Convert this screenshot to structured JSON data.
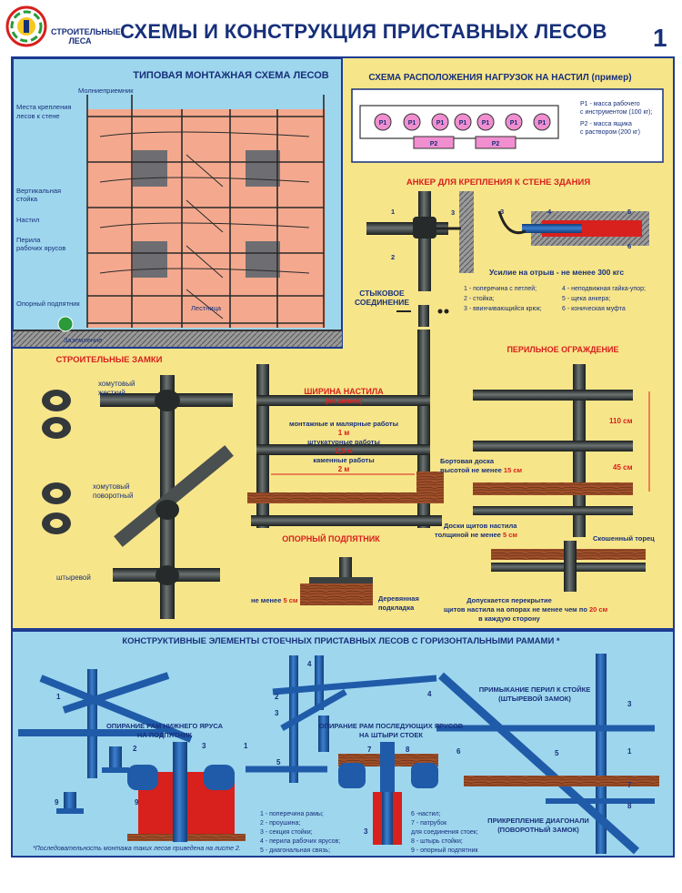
{
  "header": {
    "subtitle_line1": "СТРОИТЕЛЬНЫЕ",
    "subtitle_line2": "ЛЕСА",
    "title": "СХЕМЫ И КОНСТРУКЦИЯ ПРИСТАВНЫХ ЛЕСОВ",
    "page_number": "1"
  },
  "colors": {
    "panel_blue": "#9ed6ee",
    "panel_yellow": "#f7e58a",
    "navy": "#17307a",
    "red": "#d8201c",
    "facade_pink": "#f4a98e",
    "pipe_dark": "#3a403f",
    "pipe_blue": "#1f5ba8",
    "wood": "#a0502a"
  },
  "typical": {
    "title": "ТИПОВАЯ МОНТАЖНАЯ СХЕМА ЛЕСОВ",
    "lightning": "Молниеприемник",
    "wall_mount_1": "Места крепления",
    "wall_mount_2": "лесов к стене",
    "stand_1": "Вертикальная",
    "stand_2": "стойка",
    "deck": "Настил",
    "rail_1": "Перила",
    "rail_2": "рабочих ярусов",
    "base": "Опорный подпятник",
    "ground": "Заземление",
    "ladder": "Лестница"
  },
  "loads": {
    "title": "СХЕМА РАСПОЛОЖЕНИЯ НАГРУЗОК НА НАСТИЛ (пример)",
    "p1": "P1",
    "p2": "P2",
    "legend_1a": "P1 - масса рабочего",
    "legend_1b": "с инструментом (100 кг);",
    "legend_2a": "P2 - масса ящика",
    "legend_2b": "с раствором (200 кг)"
  },
  "anchor": {
    "title": "АНКЕР ДЛЯ КРЕПЛЕНИЯ К СТЕНЕ ЗДАНИЯ",
    "force": "Усилие на отрыв - не менее 300 кгс",
    "n1": "1",
    "n2": "2",
    "n3": "3",
    "n4": "4",
    "n5": "5",
    "n6": "6",
    "leg_1": "1 - поперечина с петлей;",
    "leg_2": "2 - стойка;",
    "leg_3": "3 - ввинчивающийся крюк;",
    "leg_4": "4 - неподвижная гайка-упор;",
    "leg_5": "5 - щека анкера;",
    "leg_6": "6 - коническая муфта"
  },
  "joint": {
    "line1": "СТЫКОВОЕ",
    "line2": "СОЕДИНЕНИЕ"
  },
  "locks": {
    "title": "СТРОИТЕЛЬНЫЕ ЗАМКИ",
    "rigid_1": "хомутовый",
    "rigid_2": "жесткий",
    "swivel_1": "хомутовый",
    "swivel_2": "поворотный",
    "pin": "штыревой"
  },
  "deck_width": {
    "title_1": "ШИРИНА НАСТИЛА",
    "title_2": "(не менее)",
    "w1": "монтажные и малярные работы",
    "v1": "1 м",
    "w2": "штукатурные работы",
    "v2": "1,5 м",
    "w3": "каменные работы",
    "v3": "2 м",
    "board_1": "Бортовая доска",
    "board_2a": "высотой не менее ",
    "board_2b": "15 см",
    "plank_1": "Доски щитов настила",
    "plank_2a": "толщиной не менее ",
    "plank_2b": "5 см"
  },
  "baseplate": {
    "title": "ОПОРНЫЙ ПОДПЯТНИК",
    "min_a": "не менее ",
    "min_b": "5 см",
    "pad_1": "Деревянная",
    "pad_2": "подкладка"
  },
  "railing": {
    "title": "ПЕРИЛЬНОЕ ОГРАЖДЕНИЕ",
    "h1": "110 см",
    "h2": "45 см",
    "bevel": "Скошенный торец",
    "overlap_1": "Допускается перекрытие",
    "overlap_2a": "щитов настила на опорах не менее чем по ",
    "overlap_2b": "20 см",
    "overlap_3": "в каждую сторону"
  },
  "frames": {
    "title": "КОНСТРУКТИВНЫЕ ЭЛЕМЕНТЫ СТОЕЧНЫХ ПРИСТАВНЫХ ЛЕСОВ С ГОРИЗОНТАЛЬНЫМИ РАМАМИ *",
    "lower_tier_1": "ОПИРАНИЕ РАМ НИЖНЕГО ЯРУСА",
    "lower_tier_2": "НА ПОДПЯТНИК",
    "next_tier_1": "ОПИРАНИЕ РАМ ПОСЛЕДУЮЩИХ ЯРУСОВ",
    "next_tier_2": "НА ШТЫРИ СТОЕК",
    "rail_to_post_1": "ПРИМЫКАНИЕ ПЕРИЛ К СТОЙКЕ",
    "rail_to_post_2": "(ШТЫРЕВОЙ ЗАМОК)",
    "diagonal_1": "ПРИКРЕПЛЕНИЕ ДИАГОНАЛИ",
    "diagonal_2": "(ПОВОРОТНЫЙ ЗАМОК)",
    "leg_1": "1 - поперечина рамы;",
    "leg_2": "2 - проушина;",
    "leg_3": "3 - секция стойки;",
    "leg_4": "4 - перила рабочих ярусов;",
    "leg_5": "5 - диагональная связь;",
    "leg_6": "6 -настил;",
    "leg_7": "7 - патрубок",
    "leg_7b": "для соединения стоек;",
    "leg_8": "8 - штырь стойки;",
    "leg_9": "9 - опорный подпятник",
    "footnote": "*Последовательность монтажа таких лесов приведена на листе 2.",
    "n1": "1",
    "n2": "2",
    "n3": "3",
    "n4": "4",
    "n5": "5",
    "n6": "6",
    "n7": "7",
    "n8": "8",
    "n9": "9"
  }
}
